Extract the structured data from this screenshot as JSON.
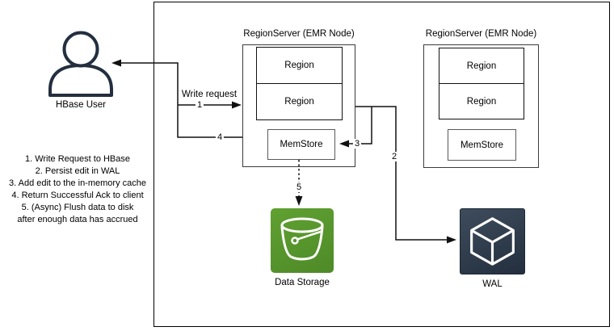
{
  "diagram": {
    "user": {
      "label": "HBase User"
    },
    "steps": [
      "1. Write Request to HBase",
      "2. Persist edit in WAL",
      "3. Add edit to the in-memory cache",
      "4. Return Successful Ack to client",
      "5. (Async) Flush data to disk",
      "after enough data has accrued"
    ],
    "region_servers": [
      {
        "title": "RegionServer (EMR Node)",
        "regions": [
          "Region",
          "Region"
        ],
        "memstore": "MemStore"
      },
      {
        "title": "RegionServer (EMR Node)",
        "regions": [
          "Region",
          "Region"
        ],
        "memstore": "MemStore"
      }
    ],
    "storage": {
      "label": "Data Storage"
    },
    "wal": {
      "label": "WAL"
    },
    "edges": {
      "write_request_label": "Write request",
      "n1": "1",
      "n2": "2",
      "n3": "3",
      "n4": "4",
      "n5": "5"
    },
    "colors": {
      "line": "#111111",
      "user_icon": "#232f3e",
      "storage_green": "#569a31",
      "wal_dark": "#232f3e"
    }
  }
}
